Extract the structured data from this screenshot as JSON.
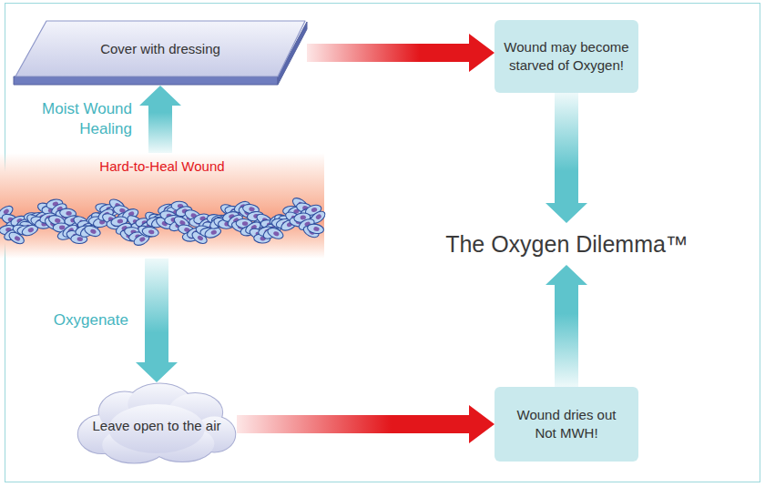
{
  "diagram": {
    "nodes": [
      {
        "text": [
          "Cover with dressing"
        ]
      },
      {
        "text": [
          "Wound may become starved of Oxygen!"
        ]
      },
      {
        "text": [
          "Hard-to-Heal Wound"
        ]
      },
      {
        "text": [
          "The Oxygen Dilemma™"
        ]
      },
      {
        "text": [
          "Leave open to the air"
        ]
      },
      {
        "text": [
          "Wound dries out",
          "Not MWH!"
        ]
      }
    ],
    "edges": [
      {
        "from": 2,
        "to": 0,
        "arrow": "to",
        "label": "Moist Wound Healing"
      },
      {
        "from": 2,
        "to": 4,
        "arrow": "to",
        "label": "Oxygenate"
      },
      {
        "from": 0,
        "to": 1,
        "arrow": "to"
      },
      {
        "from": 4,
        "to": 5,
        "arrow": "to"
      },
      {
        "from": 1,
        "to": 3,
        "arrow": "to"
      },
      {
        "from": 5,
        "to": 3,
        "arrow": "to"
      }
    ]
  }
}
